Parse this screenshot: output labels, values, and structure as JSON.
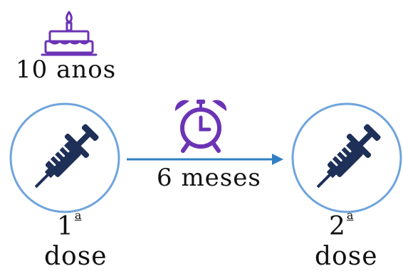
{
  "age": {
    "label": "10 anos"
  },
  "interval": {
    "label": "6 meses"
  },
  "doses": [
    {
      "number": "1",
      "ordinal": "a",
      "word": "dose"
    },
    {
      "number": "2",
      "ordinal": "a",
      "word": "dose"
    }
  ],
  "colors": {
    "accent_purple": "#6b33b5",
    "circle_blue": "#6fa4dc",
    "syringe_navy": "#1e2f58",
    "arrow_blue": "#2f7fc3"
  },
  "icons": [
    "birthday-cake-icon",
    "alarm-clock-icon",
    "syringe-icon",
    "syringe-icon"
  ]
}
